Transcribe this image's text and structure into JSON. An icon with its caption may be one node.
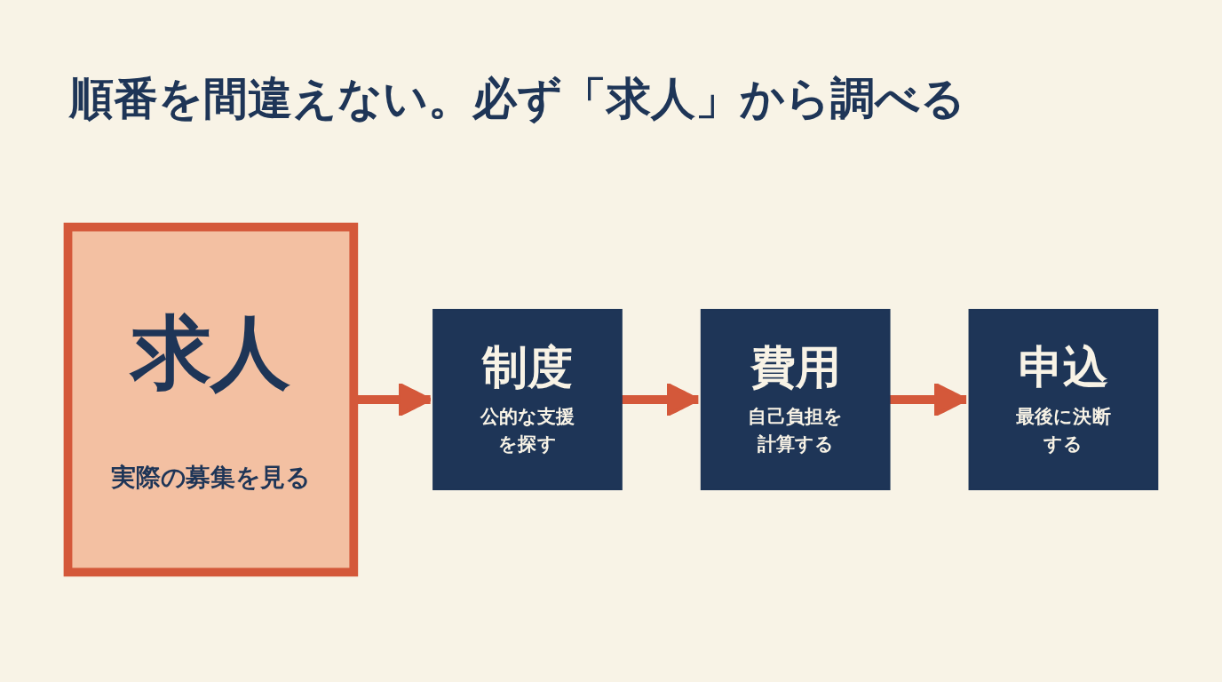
{
  "diagram": {
    "title": "順番を間違えない。必ず「求人」から調べる",
    "nodes": [
      {
        "text": [
          "求人",
          "実際の募集を見る"
        ]
      },
      {
        "text": [
          "制度",
          "公的な支援を探す"
        ]
      },
      {
        "text": [
          "費用",
          "自己負担を計算する"
        ]
      },
      {
        "text": [
          "申込",
          "最後に決断する"
        ]
      }
    ],
    "edges": [
      {
        "from": 0,
        "to": 1,
        "arrow": "to"
      },
      {
        "from": 1,
        "to": 2,
        "arrow": "to"
      },
      {
        "from": 2,
        "to": 3,
        "arrow": "to"
      }
    ]
  }
}
